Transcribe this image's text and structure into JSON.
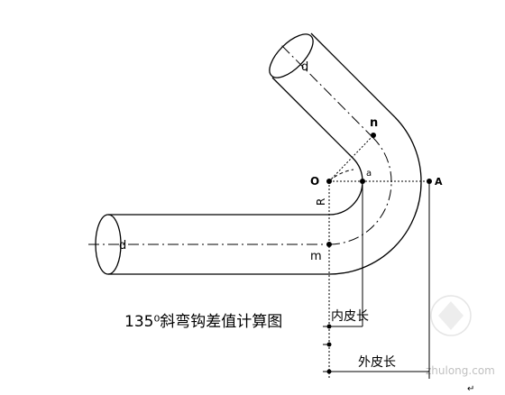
{
  "diagram": {
    "caption": "135⁰斜弯钩差值计算图",
    "labels": {
      "diameter_top": "d",
      "diameter_bottom": "d",
      "point_n": "n",
      "point_o": "O",
      "point_a_small": "a",
      "point_a_big": "A",
      "radius": "R",
      "point_m": "m",
      "inner_length": "内皮长",
      "outer_length": "外皮长"
    },
    "watermark": "zhulong.com",
    "line_color": "#000000"
  }
}
